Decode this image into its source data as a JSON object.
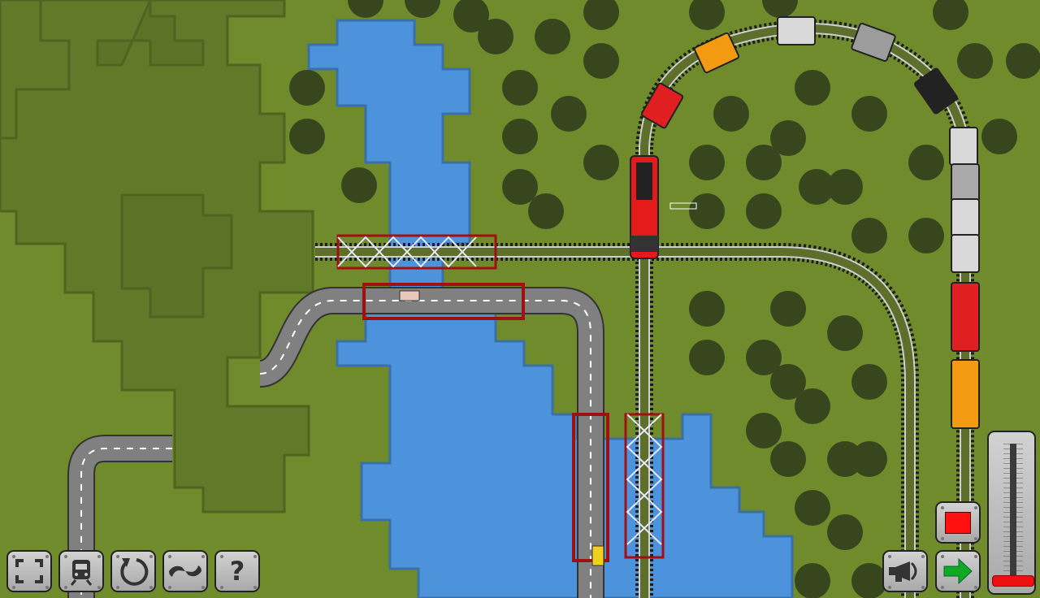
{
  "game": {
    "toolbar": [
      {
        "id": "fullscreen",
        "icon": "fullscreen-icon"
      },
      {
        "id": "train",
        "icon": "train-icon"
      },
      {
        "id": "restart",
        "icon": "rotate-icon"
      },
      {
        "id": "switch",
        "icon": "link-icon"
      },
      {
        "id": "help",
        "icon": "help-icon",
        "glyph": "?"
      }
    ],
    "controls": {
      "horn": {
        "icon": "horn-icon"
      },
      "stop": {
        "icon": "stop-icon",
        "color": "#ff1111"
      },
      "go": {
        "icon": "arrow-right-icon",
        "color": "#11a822"
      },
      "throttle": {
        "value": 0,
        "min": 0,
        "max": 1
      }
    },
    "train": {
      "locomotive_color": "#e31b1b",
      "cars": [
        "#e02020",
        "#f39a12",
        "#d8d8d8",
        "#9c9c9c",
        "#222222",
        "#d8d8d8",
        "#aaaaaa",
        "#d8d8d8",
        "#d8d8d8",
        "#e02020",
        "#f39a12"
      ]
    },
    "colors": {
      "grass": "#6f8b2c",
      "plateau": "#61792a",
      "water": "#4d93dc",
      "road": "#7d7d7d"
    }
  }
}
